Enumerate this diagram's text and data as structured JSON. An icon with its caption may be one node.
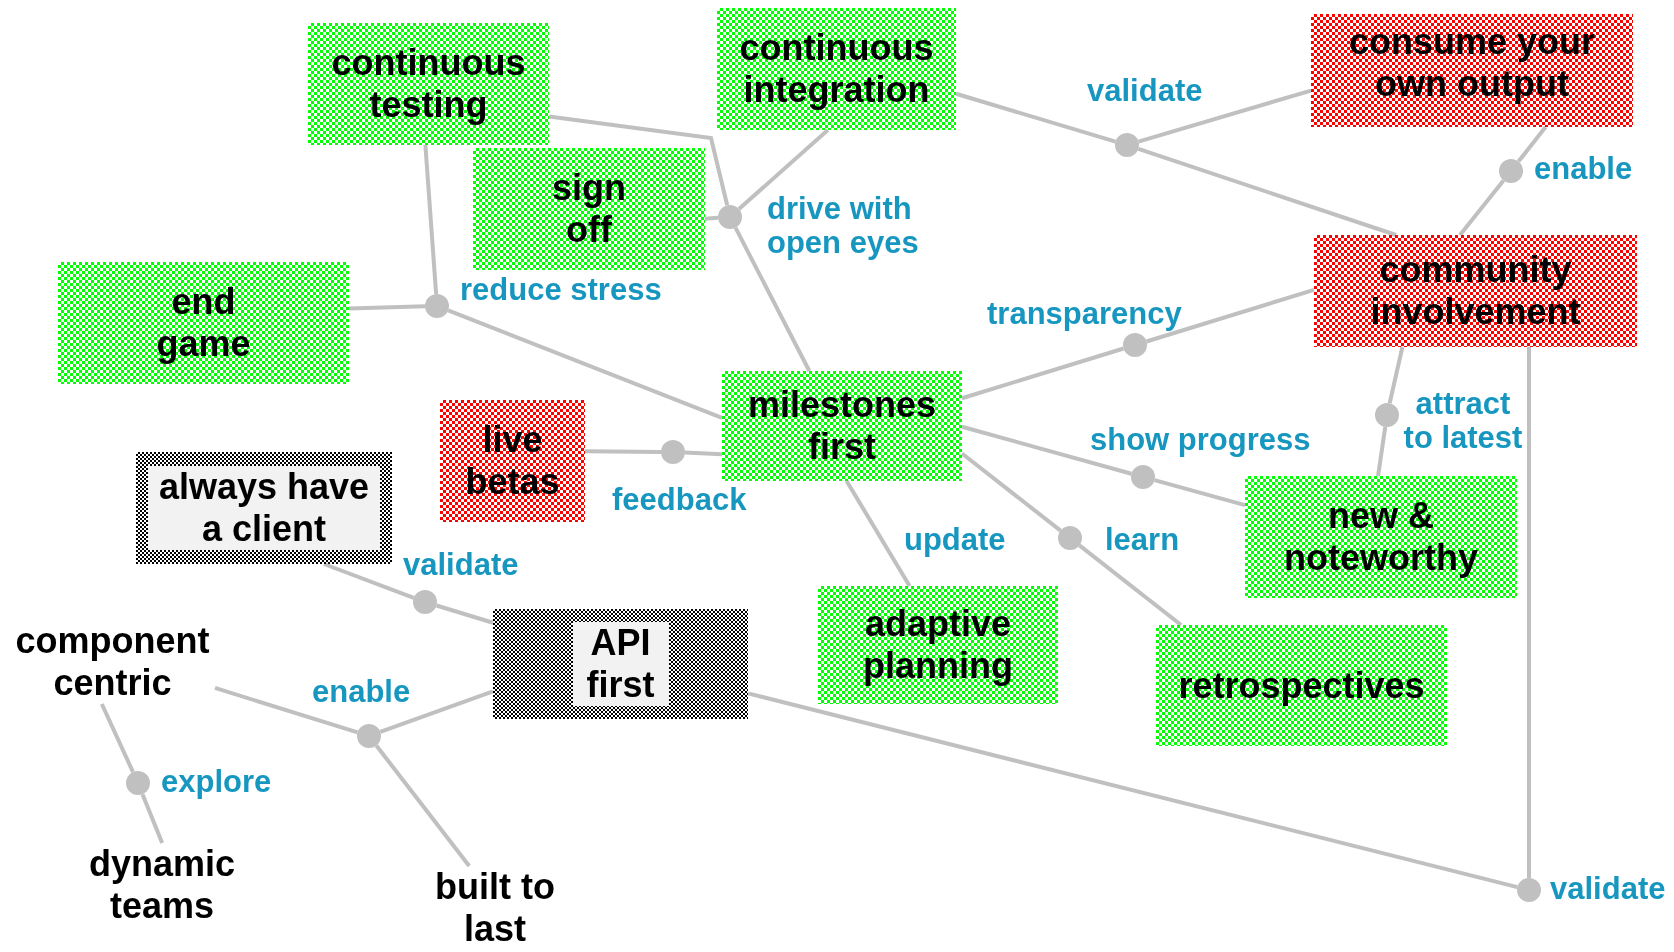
{
  "diagram": {
    "nodes": [
      {
        "text": [
          "continuous testing"
        ]
      },
      {
        "text": [
          "continuous integration"
        ]
      },
      {
        "text": [
          "consume your own output"
        ]
      },
      {
        "text": [
          "sign off"
        ]
      },
      {
        "text": [
          "end game"
        ]
      },
      {
        "text": [
          "community involvement"
        ]
      },
      {
        "text": [
          "milestones first"
        ]
      },
      {
        "text": [
          "live betas"
        ]
      },
      {
        "text": [
          "always have a client"
        ]
      },
      {
        "text": [
          "new & noteworthy"
        ]
      },
      {
        "text": [
          "adaptive planning"
        ]
      },
      {
        "text": [
          "API first"
        ]
      },
      {
        "text": [
          "retrospectives"
        ]
      },
      {
        "text": [
          "component centric"
        ]
      },
      {
        "text": [
          "dynamic teams"
        ]
      },
      {
        "text": [
          "built to last"
        ]
      },
      {
        "text": [],
        "shape": "circle",
        "beside": [
          "validate"
        ]
      },
      {
        "text": [],
        "shape": "circle",
        "beside": [
          "enable"
        ]
      },
      {
        "text": [],
        "shape": "circle",
        "beside": [
          "drive with open eyes"
        ]
      },
      {
        "text": [],
        "shape": "circle",
        "beside": [
          "reduce stress"
        ]
      },
      {
        "text": [],
        "shape": "circle",
        "beside": [
          "transparency"
        ]
      },
      {
        "text": [],
        "shape": "circle",
        "beside": [
          "attract to latest"
        ]
      },
      {
        "text": [],
        "shape": "circle",
        "beside": [
          "feedback"
        ]
      },
      {
        "text": [],
        "shape": "circle",
        "beside": [
          "show progress"
        ]
      },
      {
        "text": [],
        "shape": "circle",
        "beside": [
          "learn"
        ]
      },
      {
        "text": [],
        "shape": "circle",
        "beside": [
          "validate"
        ]
      },
      {
        "text": [],
        "shape": "circle",
        "beside": [
          "enable"
        ]
      },
      {
        "text": [],
        "shape": "circle",
        "beside": [
          "explore"
        ]
      },
      {
        "text": [],
        "shape": "circle",
        "beside": [
          "validate"
        ]
      }
    ],
    "edges": [
      {
        "from": 1,
        "to": 16,
        "arrow": "none"
      },
      {
        "from": 16,
        "to": 2,
        "arrow": "none"
      },
      {
        "from": 16,
        "to": 5,
        "arrow": "none"
      },
      {
        "from": 2,
        "to": 17,
        "arrow": "none"
      },
      {
        "from": 17,
        "to": 5,
        "arrow": "none"
      },
      {
        "from": 0,
        "to": 18,
        "arrow": "none"
      },
      {
        "from": 3,
        "to": 18,
        "arrow": "none"
      },
      {
        "from": 1,
        "to": 18,
        "arrow": "none"
      },
      {
        "from": 18,
        "to": 6,
        "arrow": "none"
      },
      {
        "from": 0,
        "to": 19,
        "arrow": "none"
      },
      {
        "from": 4,
        "to": 19,
        "arrow": "none"
      },
      {
        "from": 19,
        "to": 6,
        "arrow": "none"
      },
      {
        "from": 6,
        "to": 20,
        "arrow": "none"
      },
      {
        "from": 20,
        "to": 5,
        "arrow": "none"
      },
      {
        "from": 5,
        "to": 21,
        "arrow": "none"
      },
      {
        "from": 21,
        "to": 9,
        "arrow": "none"
      },
      {
        "from": 7,
        "to": 22,
        "arrow": "none"
      },
      {
        "from": 22,
        "to": 6,
        "arrow": "none"
      },
      {
        "from": 6,
        "to": 23,
        "arrow": "none"
      },
      {
        "from": 23,
        "to": 9,
        "arrow": "none"
      },
      {
        "from": 6,
        "to": 24,
        "arrow": "none"
      },
      {
        "from": 24,
        "to": 12,
        "arrow": "none"
      },
      {
        "from": 6,
        "to": 10,
        "arrow": "none",
        "label": "update"
      },
      {
        "from": 8,
        "to": 25,
        "arrow": "none"
      },
      {
        "from": 25,
        "to": 11,
        "arrow": "none"
      },
      {
        "from": 13,
        "to": 26,
        "arrow": "none"
      },
      {
        "from": 26,
        "to": 11,
        "arrow": "none"
      },
      {
        "from": 26,
        "to": 15,
        "arrow": "none"
      },
      {
        "from": 13,
        "to": 27,
        "arrow": "none"
      },
      {
        "from": 27,
        "to": 14,
        "arrow": "none"
      },
      {
        "from": 11,
        "to": 28,
        "arrow": "none"
      },
      {
        "from": 5,
        "to": 28,
        "arrow": "none"
      }
    ]
  }
}
